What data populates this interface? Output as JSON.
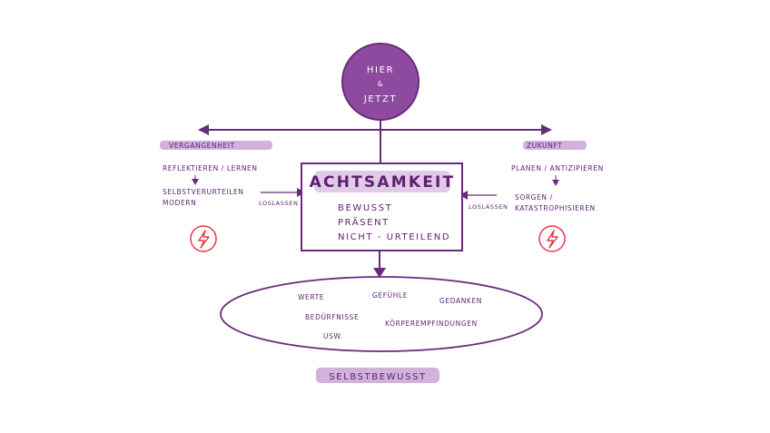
{
  "colors": {
    "ink": "#6a2a7c",
    "circle_fill": "#8e4a9f",
    "highlight": "#c79fd4",
    "red": "#e23a4a"
  },
  "center": {
    "line1": "Hier",
    "line2": "&",
    "line3": "Jetzt"
  },
  "past": {
    "label": "Vergangenheit",
    "item1": "Reflektieren / Lernen",
    "item2_line1": "Selbstverurteilen",
    "item2_line2": "Modern",
    "release": "loslassen",
    "icon": "lightning-icon"
  },
  "future": {
    "label": "Zukunft",
    "item1": "Planen / Antizipieren",
    "item2_line1": "Sorgen /",
    "item2_line2": "Katastrophisieren",
    "release": "loslassen",
    "icon": "lightning-icon"
  },
  "box": {
    "title": "Achtsamkeit",
    "line1": "Bewusst",
    "line2": "Präsent",
    "line3": "Nicht - Urteilend"
  },
  "ellipse": {
    "w1": "Werte",
    "w2": "Gefühle",
    "w3": "Gedanken",
    "w4": "Bedürfnisse",
    "w5": "Körperempfindungen",
    "w6": "usw."
  },
  "footer": {
    "label": "Selbstbewusst"
  }
}
